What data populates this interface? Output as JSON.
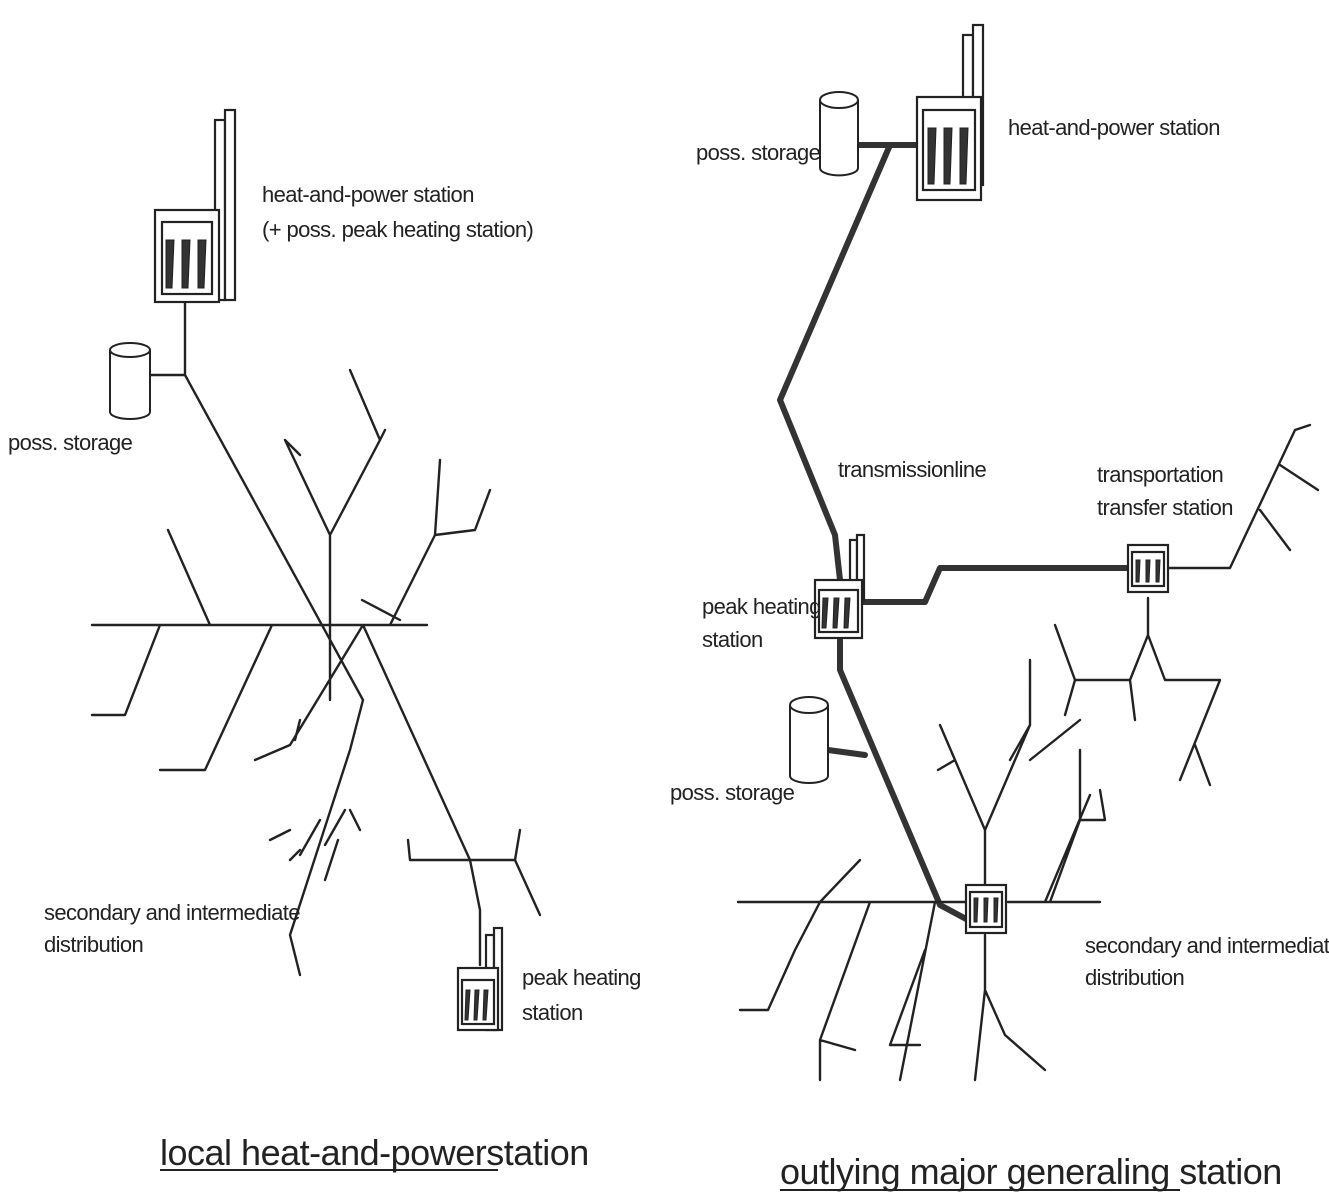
{
  "left_diagram": {
    "chp_label_line1": "heat-and-power station",
    "chp_label_line2": "(+ poss. peak heating station)",
    "storage_label": "poss. storage",
    "distribution_label_line1": "secondary and intermediate",
    "distribution_label_line2": "distribution",
    "peak_label_line1": "peak heating",
    "peak_label_line2": "station",
    "caption": "local heat-and-powerstation"
  },
  "right_diagram": {
    "storage_top_label": "poss. storage",
    "chp_label": "heat-and-power station",
    "transmission_label": "transmissionline",
    "transfer_label_line1": "transportation",
    "transfer_label_line2": "transfer station",
    "peak_label_line1": "peak heating",
    "peak_label_line2": "station",
    "storage_bottom_label": "poss. storage",
    "distribution_label_line1": "secondary and intermediate",
    "distribution_label_line2": "distribution",
    "caption": "outlying major generaling station"
  },
  "colors": {
    "ink": "#222222",
    "background": "#ffffff"
  }
}
